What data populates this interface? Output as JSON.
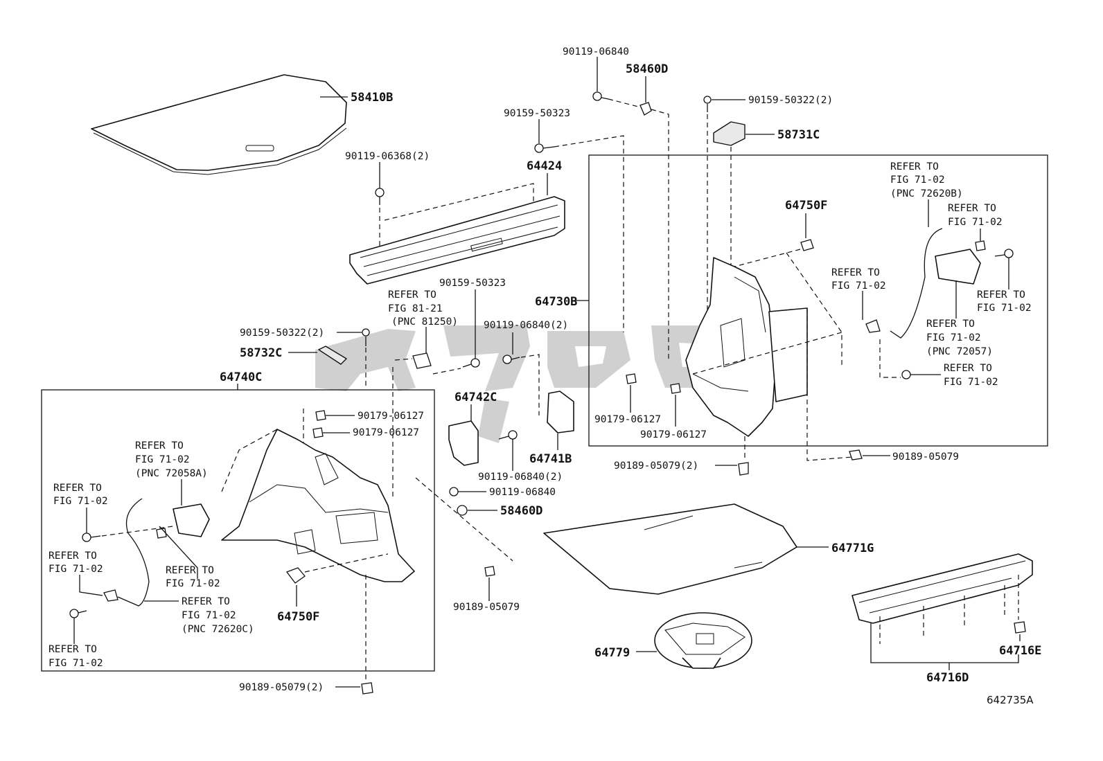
{
  "diagram": {
    "drawing_id": "642735A",
    "labels": {
      "p58410B": "58410B",
      "p90119_06840_top": "90119-06840",
      "p58460D_top": "58460D",
      "p90159_50322_2_top": "90159-50322(2)",
      "p58731C": "58731C",
      "p90159_50323_top": "90159-50323",
      "p64424": "64424",
      "p90119_06368_2": "90119-06368(2)",
      "p64750F_right": "64750F",
      "p64730B": "64730B",
      "p90159_50323_mid": "90159-50323",
      "p90119_06840_2_mid": "90119-06840(2)",
      "p90159_50322_2_left": "90159-50322(2)",
      "p58732C": "58732C",
      "p64740C": "64740C",
      "p64742C": "64742C",
      "p64741B": "64741B",
      "p90179_06127_a": "90179-06127",
      "p90179_06127_b": "90179-06127",
      "p90179_06127_c": "90179-06127",
      "p90179_06127_d": "90179-06127",
      "p90119_06840_2_low": "90119-06840(2)",
      "p90119_06840_low": "90119-06840",
      "p58460D_low": "58460D",
      "p90189_05079_2_mid": "90189-05079(2)",
      "p90189_05079_right": "90189-05079",
      "p90189_05079_low": "90189-05079",
      "p90189_05079_2_bottom": "90189-05079(2)",
      "p64771G": "64771G",
      "p64779": "64779",
      "p64716E": "64716E",
      "p64716D": "64716D",
      "p64750F_left": "64750F"
    },
    "refer_notes": {
      "fig81_21": [
        "REFER TO",
        "FIG 81-21",
        "(PNC 81250)"
      ],
      "fig71_02_72620B": [
        "REFER TO",
        "FIG 71-02",
        "(PNC 72620B)"
      ],
      "fig71_02_r1": [
        "REFER TO",
        "FIG 71-02"
      ],
      "fig71_02_r2": [
        "REFER TO",
        "FIG 71-02"
      ],
      "fig71_02_r3": [
        "REFER TO",
        "FIG 71-02"
      ],
      "fig71_02_72057": [
        "REFER TO",
        "FIG 71-02",
        "(PNC 72057)"
      ],
      "fig71_02_r4": [
        "REFER TO",
        "FIG 71-02"
      ],
      "fig71_02_72058A": [
        "REFER TO",
        "FIG 71-02",
        "(PNC 72058A)"
      ],
      "fig71_02_l1": [
        "REFER TO",
        "FIG 71-02"
      ],
      "fig71_02_l2": [
        "REFER TO",
        "FIG 71-02"
      ],
      "fig71_02_l3": [
        "REFER TO",
        "FIG 71-02"
      ],
      "fig71_02_72620C": [
        "REFER TO",
        "FIG 71-02",
        "(PNC 72620C)"
      ],
      "fig71_02_l4": [
        "REFER TO",
        "FIG 71-02"
      ]
    }
  }
}
